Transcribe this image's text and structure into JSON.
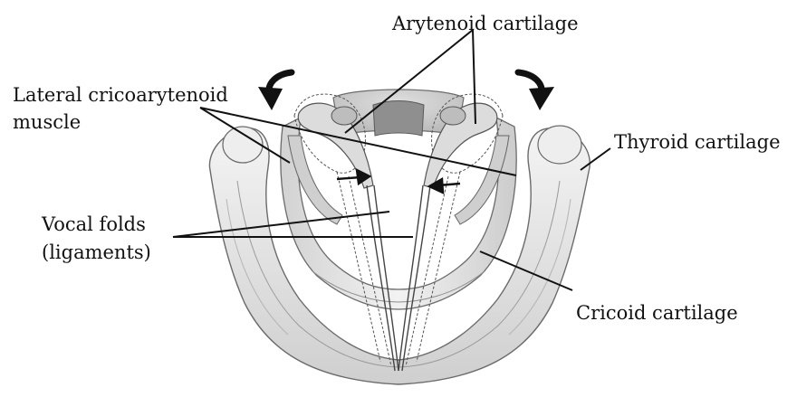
{
  "labels": {
    "arytenoid": "Arytenoid cartilage",
    "lateral_line1": "Lateral cricoarytenoid",
    "lateral_line2": "muscle",
    "thyroid": "Thyroid cartilage",
    "vocal_line1": "Vocal folds",
    "vocal_line2": "(ligaments)",
    "cricoid": "Cricoid cartilage"
  },
  "colors": {
    "ink": "#111111",
    "cartilage_fill": "#e9e9e9",
    "cartilage_shade": "#c4c4c4",
    "cartilage_outline": "#6b6b6b"
  }
}
